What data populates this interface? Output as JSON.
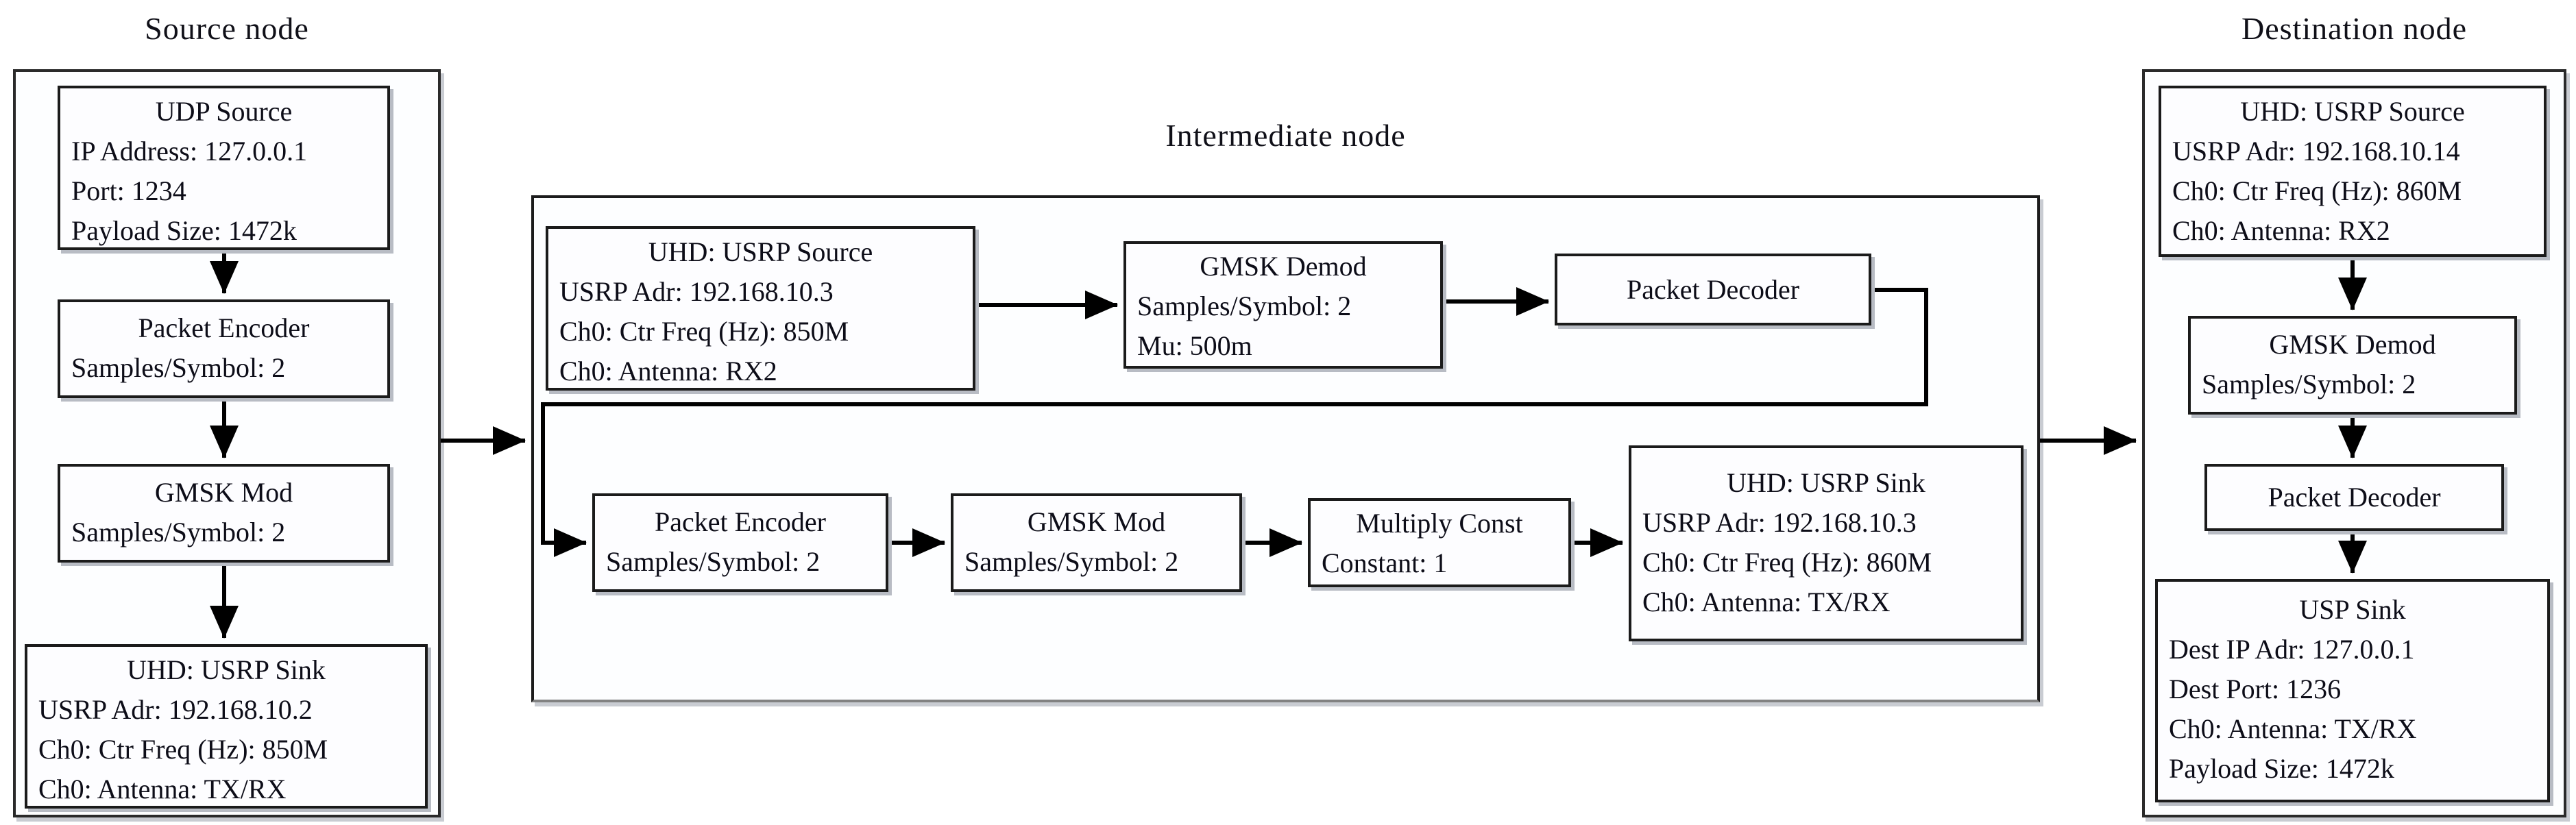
{
  "diagram": {
    "type": "flowgraph",
    "background": "#ffffff",
    "colors": {
      "line": "#000000",
      "box_border": "#1b1b1b",
      "box_fill": "#fdfdff",
      "container_border": "#2a2a2a",
      "text": "#0d0d18",
      "shadow": "#b8bcc4"
    }
  },
  "nodes": {
    "source": {
      "title": "Source node",
      "blocks": {
        "udp_source": {
          "title": "UDP Source",
          "lines": [
            "IP Address: 127.0.0.1",
            "Port: 1234",
            "Payload Size: 1472k"
          ]
        },
        "packet_encoder": {
          "title": "Packet Encoder",
          "lines": [
            "Samples/Symbol: 2"
          ]
        },
        "gmsk_mod": {
          "title": "GMSK Mod",
          "lines": [
            "Samples/Symbol: 2"
          ]
        },
        "usrp_sink": {
          "title": "UHD: USRP Sink",
          "lines": [
            "USRP Adr: 192.168.10.2",
            "Ch0: Ctr Freq (Hz): 850M",
            "Ch0: Antenna: TX/RX"
          ]
        }
      }
    },
    "intermediate": {
      "title": "Intermediate node",
      "blocks": {
        "usrp_source": {
          "title": "UHD: USRP Source",
          "lines": [
            "USRP Adr: 192.168.10.3",
            "Ch0: Ctr Freq (Hz): 850M",
            "Ch0: Antenna: RX2"
          ]
        },
        "gmsk_demod": {
          "title": "GMSK Demod",
          "lines": [
            "Samples/Symbol: 2",
            "Mu: 500m"
          ]
        },
        "packet_decoder": {
          "title": "Packet Decoder",
          "lines": []
        },
        "packet_encoder": {
          "title": "Packet Encoder",
          "lines": [
            "Samples/Symbol: 2"
          ]
        },
        "gmsk_mod": {
          "title": "GMSK Mod",
          "lines": [
            "Samples/Symbol: 2"
          ]
        },
        "multiply_const": {
          "title": "Multiply Const",
          "lines": [
            "Constant: 1"
          ]
        },
        "usrp_sink": {
          "title": "UHD: USRP Sink",
          "lines": [
            "USRP Adr: 192.168.10.3",
            "Ch0: Ctr Freq (Hz): 860M",
            "Ch0: Antenna: TX/RX"
          ]
        }
      }
    },
    "destination": {
      "title": "Destination node",
      "blocks": {
        "usrp_source": {
          "title": "UHD: USRP Source",
          "lines": [
            "USRP Adr: 192.168.10.14",
            "Ch0: Ctr Freq (Hz): 860M",
            "Ch0: Antenna: RX2"
          ]
        },
        "gmsk_demod": {
          "title": "GMSK Demod",
          "lines": [
            "Samples/Symbol: 2"
          ]
        },
        "packet_decoder": {
          "title": "Packet Decoder",
          "lines": []
        },
        "usp_sink": {
          "title": "USP Sink",
          "lines": [
            "Dest IP Adr: 127.0.0.1",
            "Dest Port: 1236",
            "Ch0: Antenna: TX/RX",
            "Payload Size: 1472k"
          ]
        }
      }
    }
  },
  "connections": [
    "udp_source -> packet_encoder",
    "packet_encoder -> gmsk_mod",
    "gmsk_mod -> uhd_usrp_sink",
    "source_node -> intermediate_node",
    "uhd_usrp_source -> gmsk_demod",
    "gmsk_demod -> packet_decoder",
    "packet_decoder -> packet_encoder_2",
    "packet_encoder_2 -> gmsk_mod_2",
    "gmsk_mod_2 -> multiply_const",
    "multiply_const -> uhd_usrp_sink_2",
    "intermediate_node -> destination_node",
    "uhd_usrp_source_d -> gmsk_demod_d",
    "gmsk_demod_d -> packet_decoder_d",
    "packet_decoder_d -> usp_sink"
  ]
}
